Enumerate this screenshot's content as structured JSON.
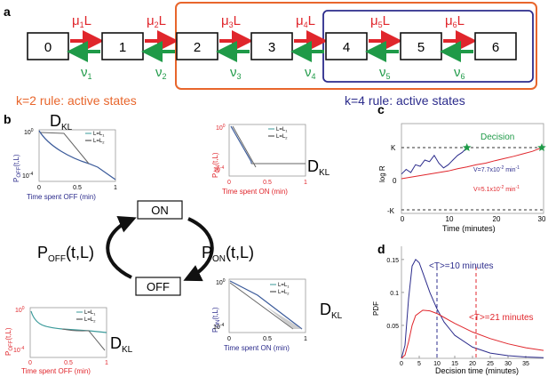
{
  "panel_labels": {
    "a": "a",
    "b": "b",
    "c": "c",
    "d": "d"
  },
  "panel_a": {
    "states": [
      "0",
      "1",
      "2",
      "3",
      "4",
      "5",
      "6"
    ],
    "forward_rates": [
      "μ",
      "μ",
      "μ",
      "μ",
      "μ",
      "μ"
    ],
    "forward_subs": [
      "1",
      "2",
      "3",
      "4",
      "5",
      "6"
    ],
    "forward_suffix": "L",
    "backward_rates": [
      "ν",
      "ν",
      "ν",
      "ν",
      "ν",
      "ν"
    ],
    "backward_subs": [
      "1",
      "2",
      "3",
      "4",
      "5",
      "6"
    ],
    "colors": {
      "forward": "#e0262c",
      "backward": "#1f9a48",
      "k2_box": "#e8662c",
      "k4_box": "#2c2c8c"
    }
  },
  "rule_k2": "k=2 rule: active states",
  "rule_k4": "k=4 rule: active states",
  "panel_b": {
    "on_label": "ON",
    "off_label": "OFF",
    "p_off_main": "P",
    "p_off_sub": "OFF",
    "p_off_args": "(t,L)",
    "p_on_main": "P",
    "p_on_sub": "ON",
    "p_on_args": "(t,L)",
    "dkl_main": "D",
    "dkl_sub": "KL",
    "legend_L1": "L=L",
    "legend_L1_sub": "1",
    "legend_L2": "L=L",
    "legend_L2_sub": "2",
    "subplots": {
      "off_top": {
        "ylabel_main": "P",
        "ylabel_sub": "OFF",
        "ylabel_args": "(t,L)",
        "ytick_top": "10",
        "ytick_top_exp": "0",
        "ytick_bot": "10",
        "ytick_bot_exp": "-4",
        "xticks": [
          "0",
          "0.5",
          "1"
        ],
        "xlabel": "Time spent OFF (min)"
      },
      "on_top": {
        "ylabel_main": "P",
        "ylabel_sub": "ON",
        "ylabel_args": "(t,L)",
        "ytick_top": "10",
        "ytick_top_exp": "0",
        "ytick_bot": "10",
        "ytick_bot_exp": "-4",
        "xticks": [
          "0",
          "0.5",
          "1"
        ],
        "xlabel": "Time spent ON (min)"
      },
      "off_bottom": {
        "ylabel_main": "P",
        "ylabel_sub": "OFF",
        "ylabel_args": "(t,L)",
        "ytick_top": "10",
        "ytick_top_exp": "0",
        "ytick_bot": "10",
        "ytick_bot_exp": "-4",
        "xticks": [
          "0",
          "0.5",
          "1"
        ],
        "xlabel": "Time spent OFF (min)"
      },
      "on_bottom": {
        "ylabel_main": "P",
        "ylabel_sub": "ON",
        "ylabel_args": "(t,L)",
        "ytick_top": "10",
        "ytick_top_exp": "0",
        "ytick_bot": "10",
        "ytick_bot_exp": "-4",
        "xticks": [
          "0",
          "0.5",
          "1"
        ],
        "xlabel": "Time spent ON (min)"
      }
    }
  },
  "chart_data": [
    {
      "type": "line",
      "panel": "c",
      "xlabel": "Time (minutes)",
      "ylabel": "log R",
      "xlim": [
        0,
        30
      ],
      "xticks": [
        "0",
        "10",
        "20",
        "30"
      ],
      "yticks": [
        "K",
        "0",
        "-K"
      ],
      "annotation": "Decision",
      "series": [
        {
          "color": "#2c2c8c",
          "x": [
            0,
            1,
            2,
            3,
            4,
            5,
            6,
            7,
            8,
            9,
            10,
            11,
            12,
            13,
            14
          ],
          "y": [
            0.15,
            0.3,
            0.2,
            0.45,
            0.4,
            0.6,
            0.55,
            0.75,
            0.5,
            0.35,
            0.45,
            0.6,
            0.75,
            0.85,
            1.0
          ]
        },
        {
          "color": "#e0262c",
          "x": [
            0,
            2,
            4,
            6,
            8,
            10,
            12,
            14,
            16,
            18,
            20,
            22,
            24,
            26,
            28,
            30
          ],
          "y": [
            0.0,
            0.05,
            0.1,
            0.15,
            0.2,
            0.25,
            0.32,
            0.38,
            0.45,
            0.5,
            0.58,
            0.65,
            0.72,
            0.8,
            0.88,
            1.0
          ]
        }
      ],
      "labels": [
        {
          "text": "V=7.7x10",
          "exp": "-2",
          "unit": "min",
          "unit_exp": "-1",
          "color": "#2c2c8c"
        },
        {
          "text": "V=5.1x10",
          "exp": "-2",
          "unit": "min",
          "unit_exp": "-1",
          "color": "#e0262c"
        }
      ]
    },
    {
      "type": "line",
      "panel": "d",
      "xlabel": "Decision time (minutes)",
      "ylabel": "PDF",
      "xlim": [
        0,
        40
      ],
      "ylim": [
        0,
        0.17
      ],
      "xticks": [
        "0",
        "5",
        "10",
        "15",
        "20",
        "25",
        "30",
        "35"
      ],
      "yticks": [
        "0.05",
        "0.1",
        "0.15"
      ],
      "series": [
        {
          "color": "#2c2c8c",
          "mean_label": "<T>=10 minutes",
          "mean": 10,
          "x": [
            0,
            1,
            2,
            3,
            4,
            5,
            6,
            8,
            10,
            12,
            15,
            20,
            25,
            30,
            35,
            40
          ],
          "y": [
            0,
            0.02,
            0.09,
            0.14,
            0.15,
            0.145,
            0.13,
            0.1,
            0.075,
            0.055,
            0.035,
            0.017,
            0.008,
            0.004,
            0.002,
            0.001
          ]
        },
        {
          "color": "#e0262c",
          "mean_label": "<T>=21 minutes",
          "mean": 21,
          "x": [
            0,
            1,
            2,
            3,
            4,
            6,
            8,
            10,
            12,
            15,
            20,
            25,
            30,
            35,
            40
          ],
          "y": [
            0,
            0.005,
            0.025,
            0.05,
            0.065,
            0.073,
            0.072,
            0.068,
            0.062,
            0.053,
            0.04,
            0.03,
            0.022,
            0.016,
            0.012
          ]
        }
      ]
    }
  ]
}
